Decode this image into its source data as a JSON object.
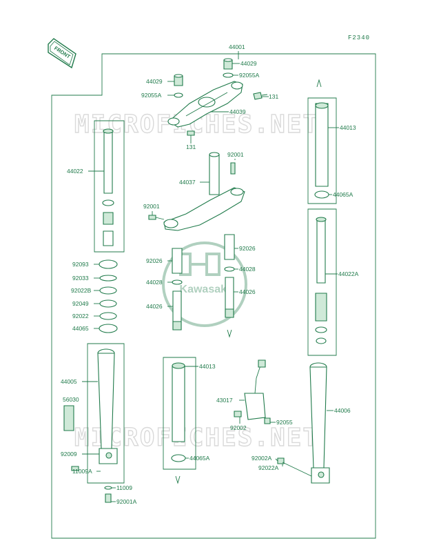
{
  "diagram_code": "F2340",
  "front_label": "FRONT",
  "watermarks": [
    "MICROFICHES.NET",
    "MICROFICHES.NET"
  ],
  "logo_text": "Kawasaki",
  "parts": [
    {
      "id": "44001"
    },
    {
      "id": "44029"
    },
    {
      "id": "92055A"
    },
    {
      "id": "44029"
    },
    {
      "id": "92055A"
    },
    {
      "id": "131"
    },
    {
      "id": "44039"
    },
    {
      "id": "131"
    },
    {
      "id": "44013"
    },
    {
      "id": "44065A"
    },
    {
      "id": "44022"
    },
    {
      "id": "92001"
    },
    {
      "id": "44037"
    },
    {
      "id": "92001"
    },
    {
      "id": "92026"
    },
    {
      "id": "44028"
    },
    {
      "id": "44026"
    },
    {
      "id": "92026"
    },
    {
      "id": "44028"
    },
    {
      "id": "44026"
    },
    {
      "id": "44022A"
    },
    {
      "id": "92093"
    },
    {
      "id": "92033"
    },
    {
      "id": "92022B"
    },
    {
      "id": "92049"
    },
    {
      "id": "92022"
    },
    {
      "id": "44065"
    },
    {
      "id": "44005"
    },
    {
      "id": "56030"
    },
    {
      "id": "92009"
    },
    {
      "id": "11009A"
    },
    {
      "id": "11009"
    },
    {
      "id": "92001A"
    },
    {
      "id": "44013"
    },
    {
      "id": "44065A"
    },
    {
      "id": "43017"
    },
    {
      "id": "92002"
    },
    {
      "id": "92055"
    },
    {
      "id": "92002A"
    },
    {
      "id": "92022A"
    },
    {
      "id": "44006"
    }
  ],
  "colors": {
    "line": "#1f7a4a",
    "watermark": "#d9d9d9"
  }
}
